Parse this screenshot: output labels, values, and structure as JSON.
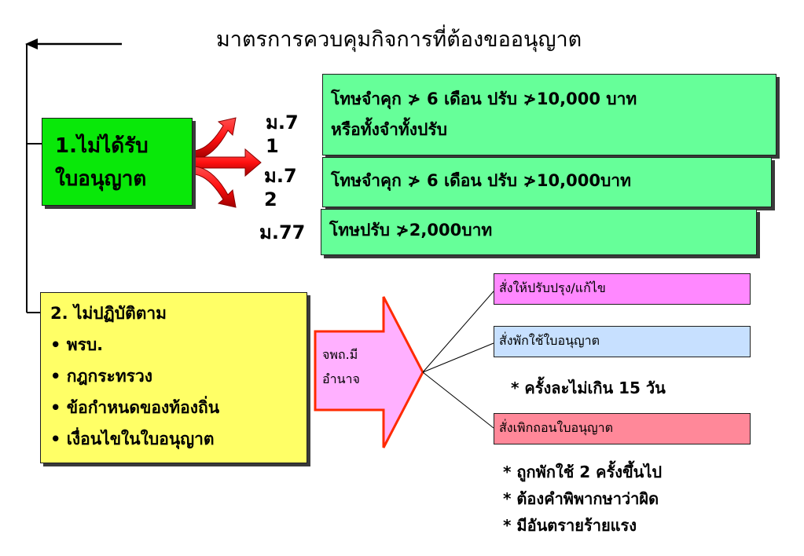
{
  "title": "มาตรการควบคุมกิจการที่ต้องขออนุญาต",
  "unlicensed": {
    "lines": [
      "1.ไม่ได้รับ",
      "ใบอนุญาต"
    ]
  },
  "sections": [
    "ม.7",
    "1",
    "ม.7",
    "2",
    "ม.77"
  ],
  "penalties": [
    {
      "lines": [
        "โทษจำคุก ≯ 6 เดือน ปรับ ≯10,000 บาท",
        "หรือทั้งจำทั้งปรับ"
      ]
    },
    {
      "lines": [
        "โทษจำคุก ≯ 6 เดือน ปรับ ≯10,000บาท"
      ]
    },
    {
      "lines": [
        "โทษปรับ ≯2,000บาท"
      ]
    }
  ],
  "noncompliance": {
    "heading": "2. ไม่ปฏิบัติตาม",
    "items": [
      "• พรบ.",
      "• กฎกระทรวง",
      "• ข้อกำหนดของท้องถิ่น",
      "• เงื่อนไขในใบอนุญาต"
    ]
  },
  "authority_arrow": {
    "lines": [
      "จพถ.มี",
      "อำนาจ"
    ]
  },
  "orders": [
    "สั่งให้ปรับปรุง/แก้ไข",
    "สั่งพักใช้ใบอนุญาต",
    "สั่งเพิกถอนใบอนุญาต"
  ],
  "suspension_note": "* ครั้งละไม่เกิน 15 วัน",
  "revocation_notes": [
    "* ถูกพักใช้ 2 ครั้งขึ้นไป",
    "* ต้องคำพิพากษาว่าผิด",
    "* มีอันตรายร้ายแรง"
  ],
  "colors": {
    "green": "#09e809",
    "penalty_green": "#66ff99",
    "yellow": "#ffff66",
    "red_arrow": "#ff1a1a",
    "pink_arrow": "#ffb0ff",
    "order_pink": "#ff88ff",
    "order_blue": "#c7e0ff",
    "order_red": "#ff8899"
  }
}
